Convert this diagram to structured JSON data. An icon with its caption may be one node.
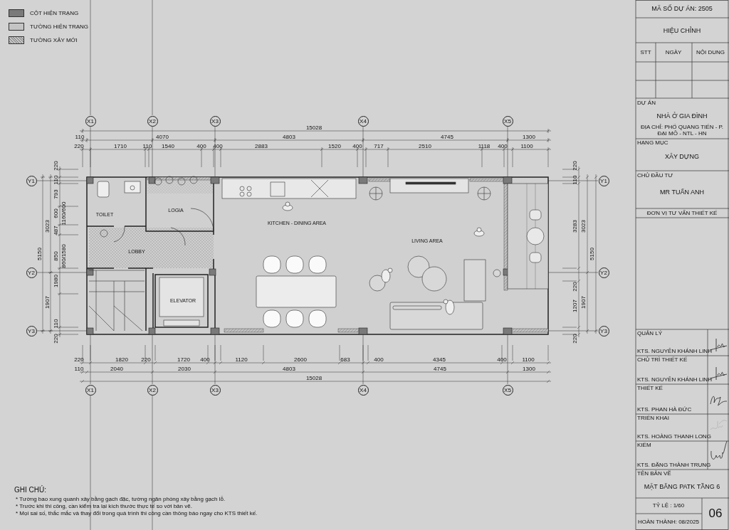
{
  "diagram": {
    "nodes": [
      {
        "text": [
          "X1"
        ]
      },
      {
        "text": [
          "X2"
        ]
      },
      {
        "text": [
          "X3"
        ]
      },
      {
        "text": [
          "X4"
        ]
      },
      {
        "text": [
          "X5"
        ]
      },
      {
        "text": [
          "Y1"
        ]
      },
      {
        "text": [
          "Y1"
        ]
      },
      {
        "text": [
          "Y2"
        ]
      },
      {
        "text": [
          "Y2"
        ]
      },
      {
        "text": [
          "Y3"
        ]
      },
      {
        "text": [
          "Y3"
        ]
      },
      {
        "text": [
          "X1"
        ]
      },
      {
        "text": [
          "X2"
        ]
      },
      {
        "text": [
          "X3"
        ]
      },
      {
        "text": [
          "X4"
        ]
      },
      {
        "text": [
          "X5"
        ]
      }
    ],
    "labels": [
      "TOILET",
      "LOGIA",
      "LOBBY",
      "ELEVATOR",
      "KITCHEN - DINING AREA",
      "LIVING AREA",
      "15028",
      "110",
      "4070",
      "4803",
      "4745",
      "1300",
      "220",
      "1710",
      "110",
      "1540",
      "400",
      "400",
      "2883",
      "1520",
      "400",
      "717",
      "2510",
      "1118",
      "400",
      "1100",
      "220",
      "110",
      "793",
      "600",
      "1160/600",
      "487",
      "850",
      "860/1580",
      "1980",
      "110",
      "220",
      "3023",
      "1907",
      "5150",
      "220",
      "110",
      "3283",
      "220",
      "1207",
      "220",
      "3023",
      "1907",
      "5150",
      "220",
      "1820",
      "220",
      "1720",
      "400",
      "1120",
      "2600",
      "683",
      "400",
      "4345",
      "400",
      "1100",
      "110",
      "2040",
      "2030",
      "4803",
      "4745",
      "1300",
      "15028",
      "MÃ SỐ DỰ ÁN: 2505",
      "HIỆU CHỈNH",
      "STT",
      "NGÀY",
      "NỘI DUNG",
      "DỰ ÁN",
      "NHÀ Ở GIA ĐÌNH",
      "ĐỊA CHỈ: PHỐ QUANG TIẾN - P. ĐẠI MỖ - NTL - HN",
      "HẠNG MỤC",
      "XÂY DỰNG",
      "CHỦ ĐẦU TƯ",
      "MR TUẤN ANH",
      "ĐƠN VỊ TƯ VẤN THIẾT KẾ",
      "QUẢN LÝ",
      "KTS. NGUYỄN KHÁNH LINH",
      "CHỦ TRÌ THIẾT KẾ",
      "KTS. NGUYỄN KHÁNH LINH",
      "THIẾT KẾ",
      "KTS. PHAN HÀ ĐỨC",
      "TRIỂN KHAI",
      "KTS. HOÀNG THANH LONG",
      "KIỂM",
      "KTS. ĐẶNG THÀNH TRUNG",
      "TÊN BẢN VẼ",
      "MẶT BẰNG PATK TẦNG 6",
      "TỶ LỆ : 1/60",
      "HOÀN THÀNH: 08/2025",
      "06",
      "GHI CHÚ:",
      "* Tường bao xung quanh xây bằng gạch đặc, tường ngăn phòng xây bằng gạch lỗ.",
      "* Trước khi thi công, cần kiểm tra lại kích thước thực tế so với bản vẽ.",
      "* Mọi sai số, thắc mắc và thay đổi trong quá trình thi công cần thông báo ngay cho KTS thiết kế."
    ],
    "legend": [
      {
        "text": "CỘT HIỆN TRẠNG",
        "color": "#7a7a7a"
      },
      {
        "text": "TƯỜNG HIỆN TRẠNG",
        "color": "#c4c4c4"
      },
      {
        "text": "TƯỜNG XÂY MỚI"
      }
    ]
  }
}
